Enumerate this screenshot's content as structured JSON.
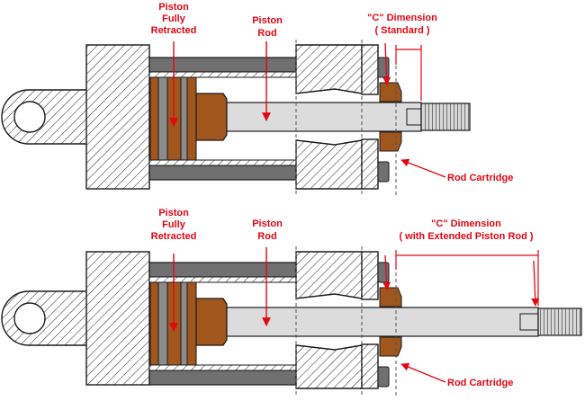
{
  "colors": {
    "annotation": "#e30613",
    "rod": "#dcdcdc",
    "bronze": "#a0561d",
    "tube": "#707070",
    "seal": "#8c8c8c",
    "outline": "#1a1a1a"
  },
  "top": {
    "piston_label": [
      "Piston",
      "Fully",
      "Retracted"
    ],
    "rod_label": [
      "Piston",
      "Rod"
    ],
    "c_dim_label": [
      "\"C\" Dimension",
      "( Standard )"
    ],
    "cartridge_label": "Rod Cartridge"
  },
  "bottom": {
    "piston_label": [
      "Piston",
      "Fully",
      "Retracted"
    ],
    "rod_label": [
      "Piston",
      "Rod"
    ],
    "c_dim_label": [
      "\"C\" Dimension",
      "( with Extended Piston Rod )"
    ],
    "cartridge_label": "Rod Cartridge"
  }
}
